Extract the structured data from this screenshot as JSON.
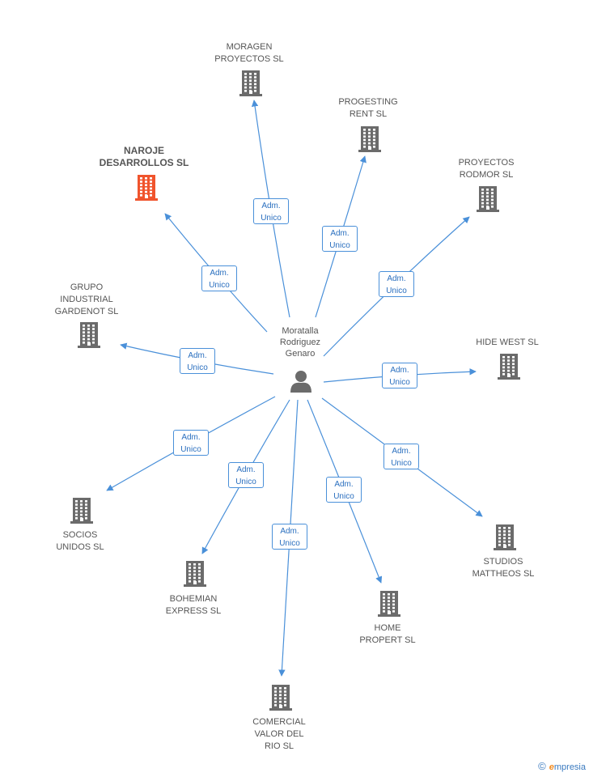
{
  "person": {
    "name": "Moratalla\nRodriguez\nGenaro",
    "icon": "person-icon"
  },
  "colors": {
    "line": "#4a90d9",
    "building": "#6b6b6b",
    "highlight": "#f0542d"
  },
  "companies": [
    {
      "id": "moragen",
      "name": "MORAGEN\nPROYECTOS SL",
      "role": "Adm.\nUnico",
      "highlight": false
    },
    {
      "id": "progesting",
      "name": "PROGESTING\nRENT  SL",
      "role": "Adm.\nUnico",
      "highlight": false
    },
    {
      "id": "naroje",
      "name": "NAROJE\nDESARROLLOS SL",
      "role": "Adm.\nUnico",
      "highlight": true
    },
    {
      "id": "rodmor",
      "name": "PROYECTOS\nRODMOR SL",
      "role": "Adm.\nUnico",
      "highlight": false
    },
    {
      "id": "gardenot",
      "name": "GRUPO\nINDUSTRIAL\nGARDENOT  SL",
      "role": "Adm.\nUnico",
      "highlight": false
    },
    {
      "id": "hidewest",
      "name": "HIDE WEST  SL",
      "role": "Adm.\nUnico",
      "highlight": false
    },
    {
      "id": "socios",
      "name": "SOCIOS\nUNIDOS  SL",
      "role": "Adm.\nUnico",
      "highlight": false
    },
    {
      "id": "studios",
      "name": "STUDIOS\nMATTHEOS SL",
      "role": "Adm.\nUnico",
      "highlight": false
    },
    {
      "id": "bohemian",
      "name": "BOHEMIAN\nEXPRESS SL",
      "role": "Adm.\nUnico",
      "highlight": false
    },
    {
      "id": "home",
      "name": "HOME\nPROPERT SL",
      "role": "Adm.\nUnico",
      "highlight": false
    },
    {
      "id": "comercial",
      "name": "COMERCIAL\nVALOR DEL\nRIO  SL",
      "role": "Adm.\nUnico",
      "highlight": false
    }
  ],
  "footer": {
    "copyright": "©",
    "brand_e": "e",
    "brand_rest": "mpresia"
  }
}
